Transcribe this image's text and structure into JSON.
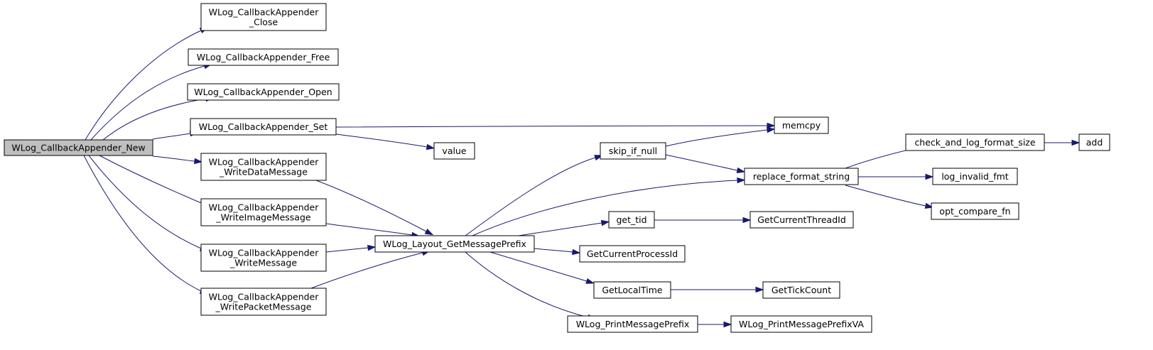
{
  "diagram": {
    "type": "call-graph",
    "colors": {
      "edge": "#191970",
      "root_fill": "#bfbfbf",
      "node_fill": "#ffffff",
      "node_border": "#000000"
    },
    "nodes": [
      {
        "id": "new",
        "lines": [
          "WLog_CallbackAppender_New"
        ],
        "root": true
      },
      {
        "id": "close",
        "lines": [
          "WLog_CallbackAppender",
          "_Close"
        ]
      },
      {
        "id": "free",
        "lines": [
          "WLog_CallbackAppender_Free"
        ]
      },
      {
        "id": "open",
        "lines": [
          "WLog_CallbackAppender_Open"
        ]
      },
      {
        "id": "set",
        "lines": [
          "WLog_CallbackAppender_Set"
        ]
      },
      {
        "id": "wdm",
        "lines": [
          "WLog_CallbackAppender",
          "_WriteDataMessage"
        ]
      },
      {
        "id": "wim",
        "lines": [
          "WLog_CallbackAppender",
          "_WriteImageMessage"
        ]
      },
      {
        "id": "wm",
        "lines": [
          "WLog_CallbackAppender",
          "_WriteMessage"
        ]
      },
      {
        "id": "wpm",
        "lines": [
          "WLog_CallbackAppender",
          "_WritePacketMessage"
        ]
      },
      {
        "id": "memcpy",
        "lines": [
          "memcpy"
        ]
      },
      {
        "id": "value",
        "lines": [
          "value"
        ]
      },
      {
        "id": "prefix",
        "lines": [
          "WLog_Layout_GetMessagePrefix"
        ]
      },
      {
        "id": "skip",
        "lines": [
          "skip_if_null"
        ]
      },
      {
        "id": "tid",
        "lines": [
          "get_tid"
        ]
      },
      {
        "id": "pid",
        "lines": [
          "GetCurrentProcessId"
        ]
      },
      {
        "id": "ltime",
        "lines": [
          "GetLocalTime"
        ]
      },
      {
        "id": "pmp",
        "lines": [
          "WLog_PrintMessagePrefix"
        ]
      },
      {
        "id": "replace",
        "lines": [
          "replace_format_string"
        ]
      },
      {
        "id": "thread",
        "lines": [
          "GetCurrentThreadId"
        ]
      },
      {
        "id": "tick",
        "lines": [
          "GetTickCount"
        ]
      },
      {
        "id": "pmpva",
        "lines": [
          "WLog_PrintMessagePrefixVA"
        ]
      },
      {
        "id": "check",
        "lines": [
          "check_and_log_format_size"
        ]
      },
      {
        "id": "invalid",
        "lines": [
          "log_invalid_fmt"
        ]
      },
      {
        "id": "opt",
        "lines": [
          "opt_compare_fn"
        ]
      },
      {
        "id": "add",
        "lines": [
          "add"
        ]
      }
    ],
    "edges": [
      {
        "from": "new",
        "to": "close"
      },
      {
        "from": "new",
        "to": "free"
      },
      {
        "from": "new",
        "to": "open"
      },
      {
        "from": "new",
        "to": "set"
      },
      {
        "from": "new",
        "to": "wdm"
      },
      {
        "from": "new",
        "to": "wim"
      },
      {
        "from": "new",
        "to": "wm"
      },
      {
        "from": "new",
        "to": "wpm"
      },
      {
        "from": "set",
        "to": "memcpy"
      },
      {
        "from": "set",
        "to": "value"
      },
      {
        "from": "wdm",
        "to": "prefix"
      },
      {
        "from": "wim",
        "to": "prefix"
      },
      {
        "from": "wm",
        "to": "prefix"
      },
      {
        "from": "wpm",
        "to": "prefix"
      },
      {
        "from": "prefix",
        "to": "skip"
      },
      {
        "from": "prefix",
        "to": "replace"
      },
      {
        "from": "prefix",
        "to": "tid"
      },
      {
        "from": "prefix",
        "to": "pid"
      },
      {
        "from": "prefix",
        "to": "ltime"
      },
      {
        "from": "prefix",
        "to": "pmp"
      },
      {
        "from": "skip",
        "to": "memcpy"
      },
      {
        "from": "skip",
        "to": "replace"
      },
      {
        "from": "tid",
        "to": "thread"
      },
      {
        "from": "ltime",
        "to": "tick"
      },
      {
        "from": "pmp",
        "to": "pmpva"
      },
      {
        "from": "replace",
        "to": "check"
      },
      {
        "from": "replace",
        "to": "invalid"
      },
      {
        "from": "replace",
        "to": "opt"
      },
      {
        "from": "check",
        "to": "add"
      }
    ]
  }
}
